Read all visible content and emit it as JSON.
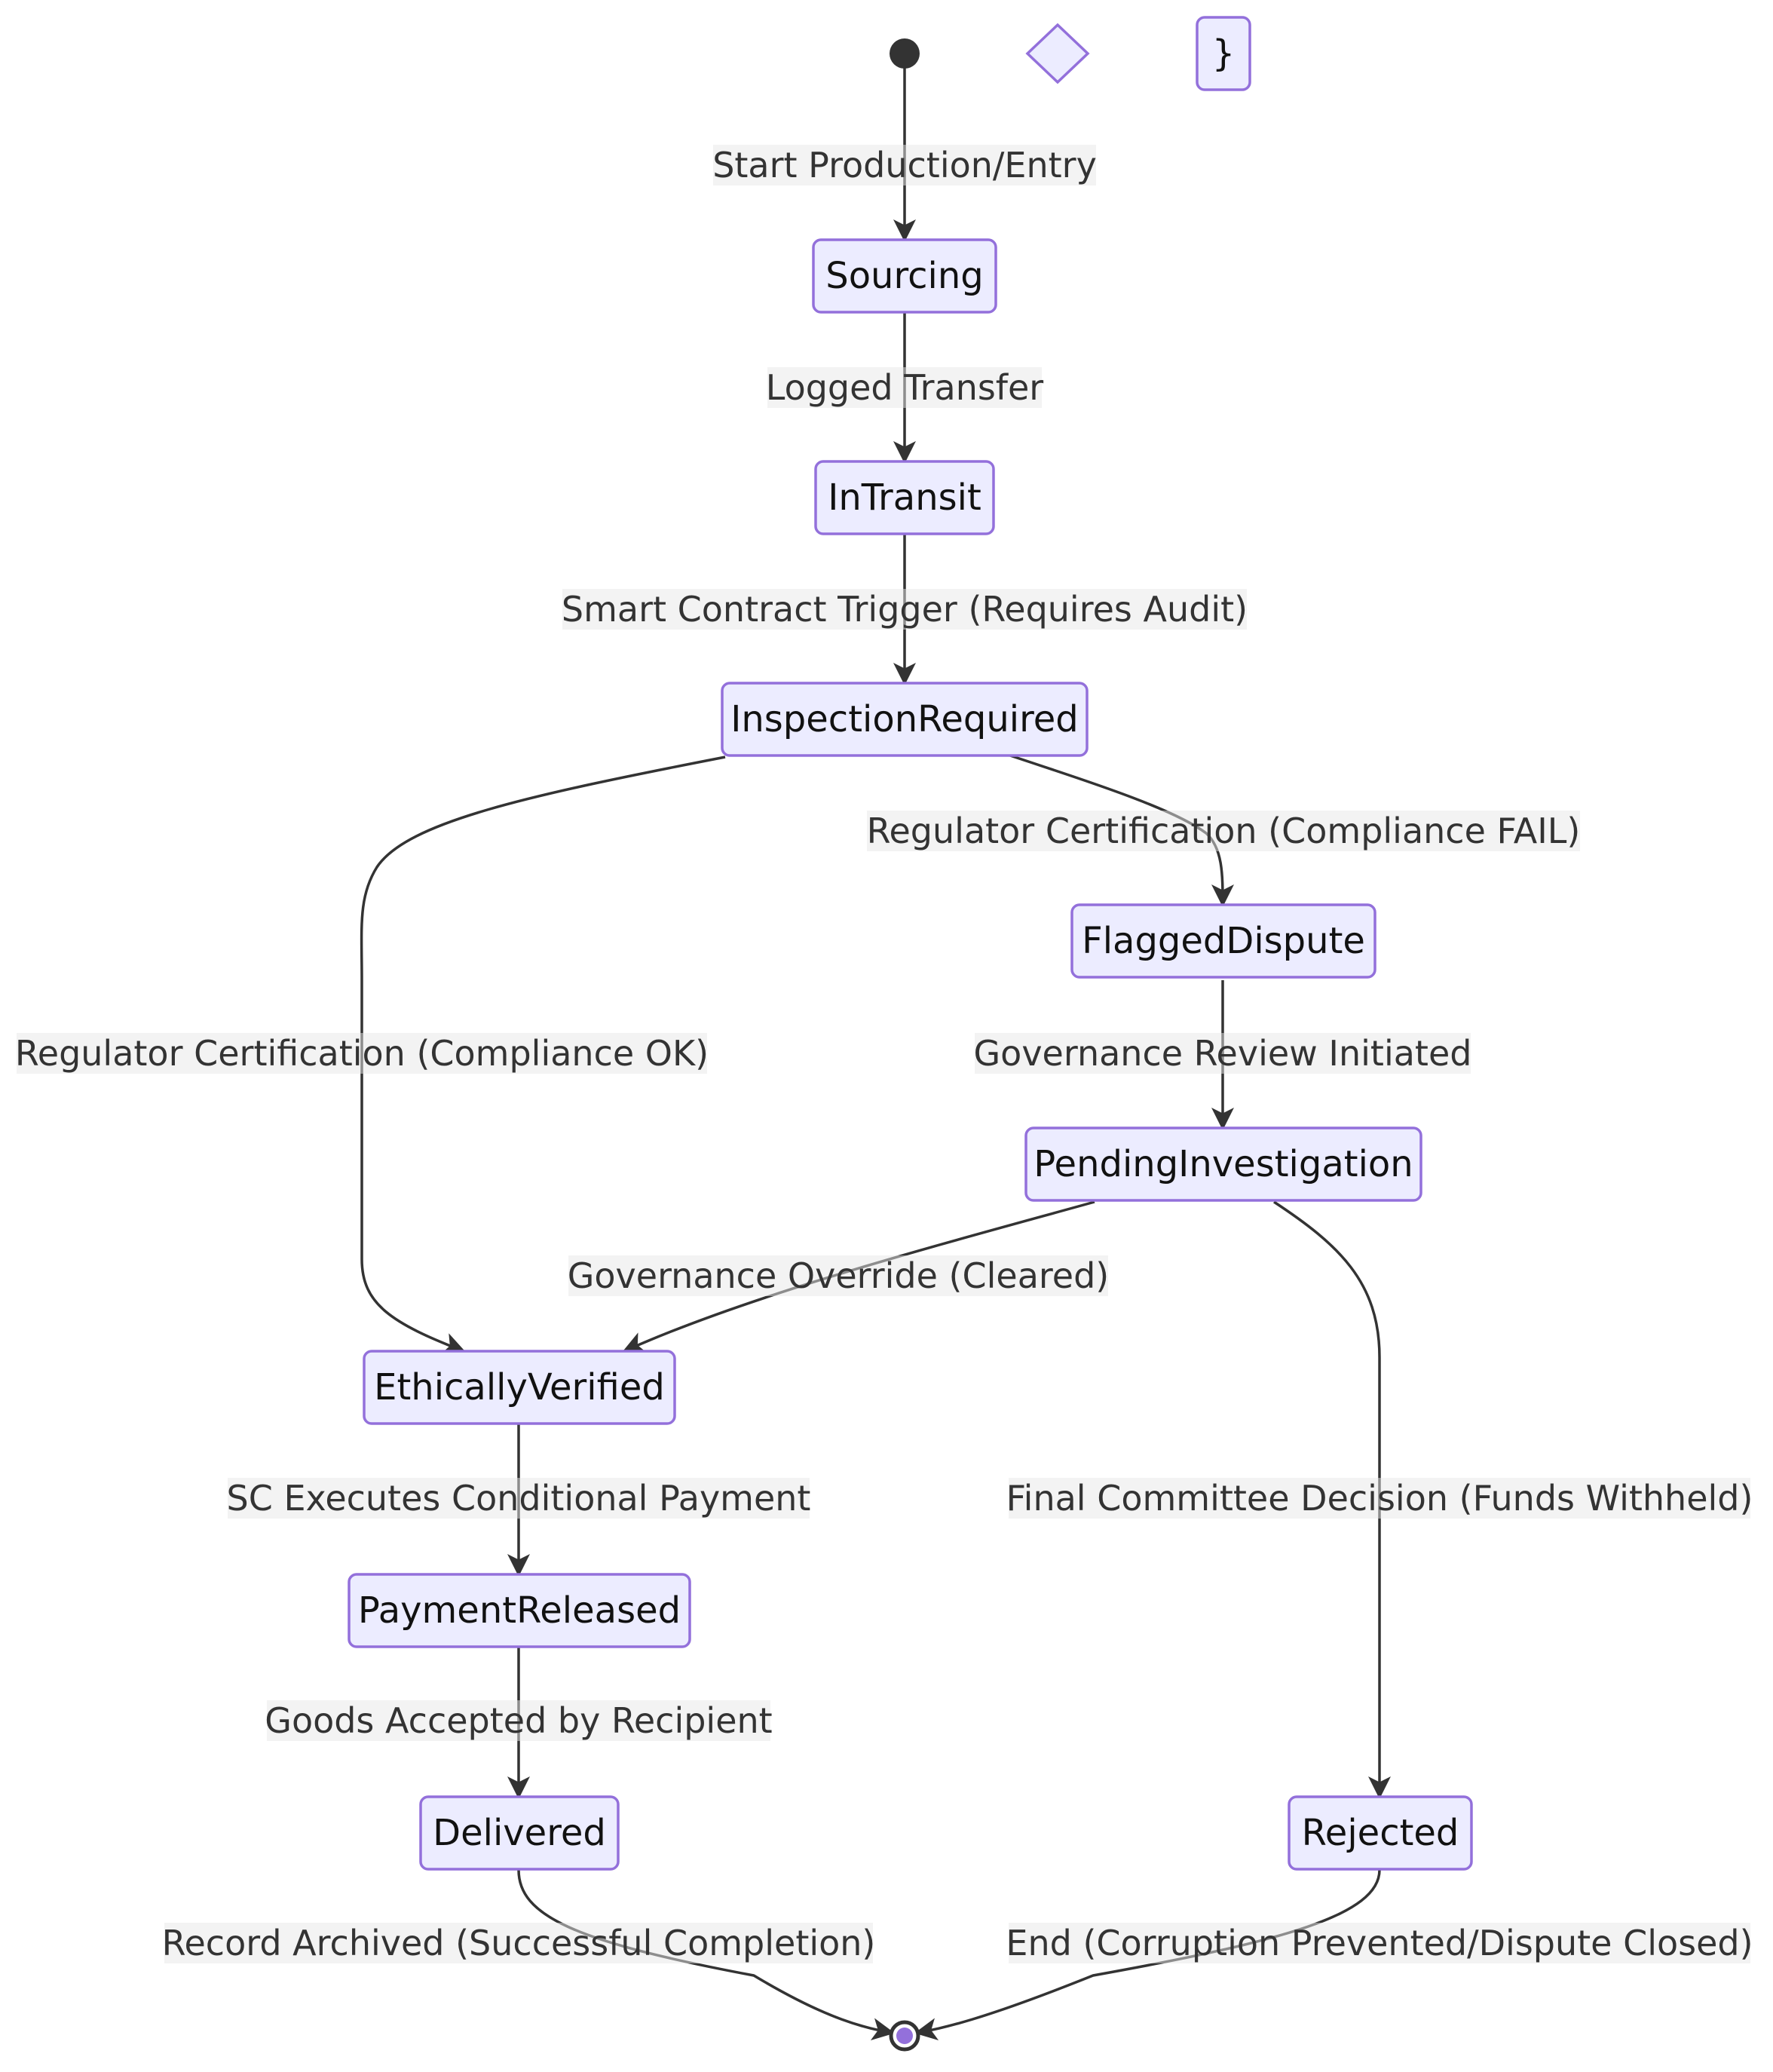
{
  "diagram": {
    "type": "state-diagram",
    "colors": {
      "node_fill": "#ECECFF",
      "node_stroke": "#9370DB",
      "edge": "#333333",
      "label_background": "#E8E8E8",
      "start": "#333333",
      "end_fill": "#9370DB"
    },
    "legend_items": {
      "brace": "}"
    },
    "states": {
      "sourcing": "Sourcing",
      "in_transit": "InTransit",
      "inspection_required": "InspectionRequired",
      "flagged_dispute": "FlaggedDispute",
      "pending_investigation": "PendingInvestigation",
      "ethically_verified": "EthicallyVerified",
      "payment_released": "PaymentReleased",
      "delivered": "Delivered",
      "rejected": "Rejected"
    },
    "transitions": {
      "start_to_sourcing": "Start Production/Entry",
      "sourcing_to_transit": "Logged Transfer",
      "transit_to_inspection": "Smart Contract Trigger (Requires Audit)",
      "inspection_to_flagged": "Regulator Certification (Compliance FAIL)",
      "inspection_to_verified": "Regulator Certification (Compliance OK)",
      "flagged_to_pending": "Governance Review Initiated",
      "pending_to_verified": "Governance Override (Cleared)",
      "verified_to_payment": "SC Executes Conditional Payment",
      "pending_to_rejected": "Final Committee Decision (Funds Withheld)",
      "payment_to_delivered": "Goods Accepted by Recipient",
      "delivered_to_end": "Record Archived (Successful Completion)",
      "rejected_to_end": "End (Corruption Prevented/Dispute Closed)"
    }
  }
}
